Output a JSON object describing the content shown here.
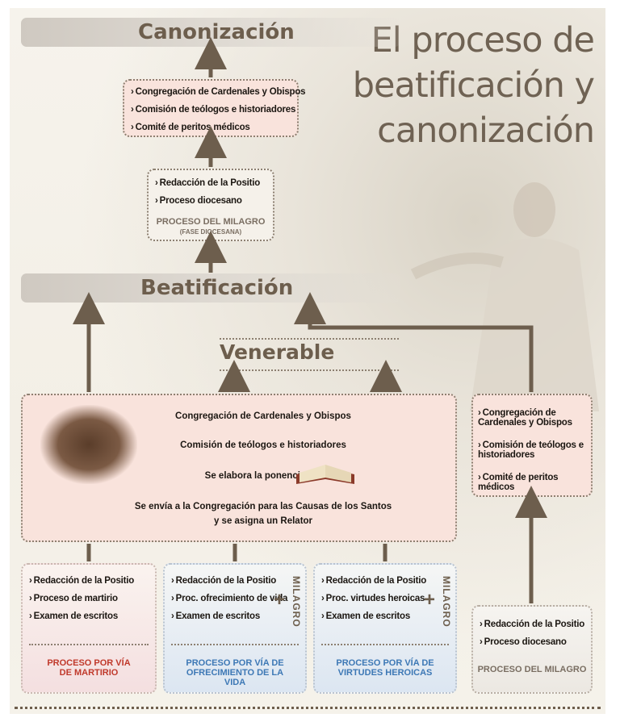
{
  "title": "El proceso de beatificación y canonización",
  "bands": {
    "canonizacion": "Canonización",
    "beatificacion": "Beatificación",
    "venerable": "Venerable"
  },
  "top_box": {
    "items": [
      "Congregación de Cardenales y Obispos",
      "Comisión de teólogos e historiadores",
      "Comité de peritos médicos"
    ]
  },
  "milagro_top_box": {
    "items": [
      "Redacción de la Positio",
      "Proceso diocesano"
    ],
    "caption": "PROCESO DEL MILAGRO",
    "subcaption": "(FASE DIOCESANA)"
  },
  "main_box": {
    "lines": [
      "Congregación de Cardenales y Obispos",
      "Comisión de teólogos e historiadores",
      "Se elabora la ponencia",
      "Se envía a la Congregación para las Causas de los Santos",
      "y se asigna un Relator"
    ]
  },
  "right_box": {
    "items": [
      "Congregación de Cardenales y Obispos",
      "Comisión de teólogos e historiadores",
      "Comité de peritos médicos"
    ]
  },
  "bottom_boxes": [
    {
      "items": [
        "Redacción de la Positio",
        "Proceso de martirio",
        "Examen de escritos"
      ],
      "caption": "PROCESO POR VÍA DE MARTIRIO",
      "color": "#c0392b"
    },
    {
      "items": [
        "Redacción de la Positio",
        "Proc. ofrecimiento de vida",
        "Examen de escritos"
      ],
      "caption": "PROCESO POR VÍA DE OFRECIMIENTO DE LA VIDA",
      "color": "#3d78b5",
      "milagro": "MILAGRO",
      "plus": "+"
    },
    {
      "items": [
        "Redacción de la Positio",
        "Proc. virtudes heroicas",
        "Examen de escritos"
      ],
      "caption": "PROCESO POR VÍA DE VIRTUDES HEROICAS",
      "color": "#3d78b5",
      "milagro": "MILAGRO",
      "plus": "+"
    },
    {
      "items": [
        "Redacción de la Positio",
        "Proceso diocesano"
      ],
      "caption": "PROCESO DEL MILAGRO",
      "color": "#7a6e62"
    }
  ],
  "colors": {
    "arrow": "#6d5e4d",
    "pink_box": "#f9e3dc",
    "blue_box": "#dce6f2"
  }
}
